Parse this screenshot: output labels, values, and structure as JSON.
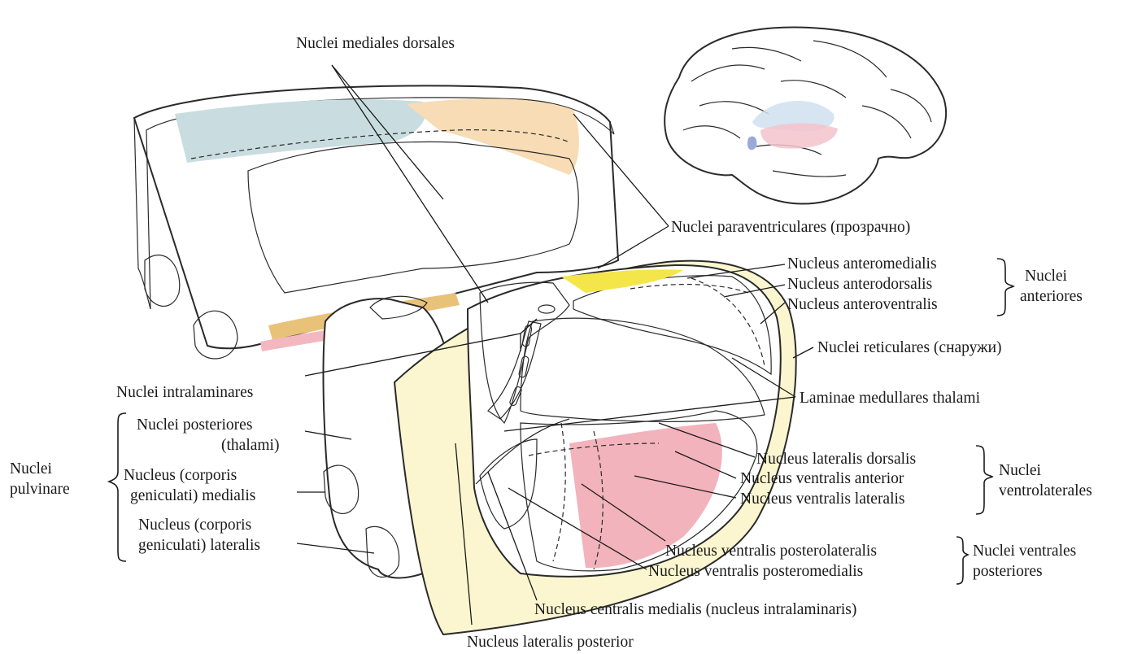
{
  "labels": {
    "mediales_dorsales": "Nuclei mediales dorsales",
    "paraventriculares": "Nuclei paraventriculares (прозрачно)",
    "anteromedialis": "Nucleus anteromedialis",
    "anterodorsalis": "Nucleus anterodorsalis",
    "anteroventralis": "Nucleus anteroventralis",
    "anteriores_line1": "Nuclei",
    "anteriores_line2": "anteriores",
    "reticulares": "Nuclei reticulares (снаружи)",
    "intralaminares": "Nuclei intralaminares",
    "laminae": "Laminae medullares thalami",
    "posteriores_line1": "Nuclei posteriores",
    "posteriores_line2": "(thalami)",
    "pulvinare_line1": "Nuclei",
    "pulvinare_line2": "pulvinare",
    "gen_med_line1": "Nucleus (corporis",
    "gen_med_line2": "geniculati) medialis",
    "gen_lat_line1": "Nucleus (corporis",
    "gen_lat_line2": "geniculati) lateralis",
    "lateralis_dorsalis": "Nucleus lateralis dorsalis",
    "ventralis_anterior": "Nucleus ventralis anterior",
    "ventralis_lateralis": "Nucleus ventralis lateralis",
    "ventrolaterales_line1": "Nuclei",
    "ventrolaterales_line2": "ventrolaterales",
    "posterolateralis": "Nucleus ventralis posterolateralis",
    "posteromedialis": "Nucleus ventralis posteromedialis",
    "ventrales_post_line1": "Nuclei ventrales",
    "ventrales_post_line2": "posteriores",
    "centralis_medialis": "Nucleus centralis medialis (nucleus intralaminaris)",
    "lateralis_posterior": "Nucleus lateralis posterior"
  },
  "colors": {
    "yellow": "#f4e64a",
    "pale_yellow": "#f7ef9a",
    "blue_gray": "#c9dde0",
    "pink": "#f3b8bf",
    "peach": "#f7dcb5",
    "tan": "#e9c27a",
    "blue": "#7d93cf",
    "magenta": "#d96a82"
  }
}
